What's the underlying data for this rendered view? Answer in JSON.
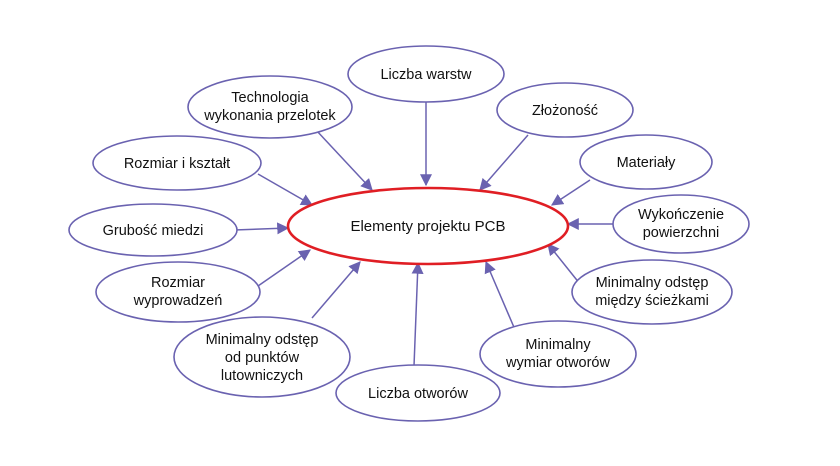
{
  "diagram": {
    "center": {
      "label": "Elementy projektu PCB"
    },
    "nodes": [
      {
        "id": "liczba-warstw",
        "lines": [
          "Liczba warstw"
        ]
      },
      {
        "id": "technologia-przelotek",
        "lines": [
          "Technologia",
          "wykonania przelotek"
        ]
      },
      {
        "id": "zlozonosc",
        "lines": [
          "Złożoność"
        ]
      },
      {
        "id": "rozmiar-ksztalt",
        "lines": [
          "Rozmiar i kształt"
        ]
      },
      {
        "id": "materialy",
        "lines": [
          "Materiały"
        ]
      },
      {
        "id": "grubosc-miedzi",
        "lines": [
          "Grubość miedzi"
        ]
      },
      {
        "id": "wykonczenie-powierzchni",
        "lines": [
          "Wykończenie",
          "powierzchni"
        ]
      },
      {
        "id": "rozmiar-wyprowadzen",
        "lines": [
          "Rozmiar",
          "wyprowadzeń"
        ]
      },
      {
        "id": "odstep-sciezki",
        "lines": [
          "Minimalny odstęp",
          "między ścieżkami"
        ]
      },
      {
        "id": "odstep-punkty",
        "lines": [
          "Minimalny odstęp",
          "od punktów",
          "lutowniczych"
        ]
      },
      {
        "id": "wymiar-otworow",
        "lines": [
          "Minimalny",
          "wymiar otworów"
        ]
      },
      {
        "id": "liczba-otworow",
        "lines": [
          "Liczba otworów"
        ]
      }
    ]
  },
  "colors": {
    "node_stroke": "#6a62b0",
    "center_stroke": "#e01e24",
    "arrow": "#6a62b0"
  }
}
